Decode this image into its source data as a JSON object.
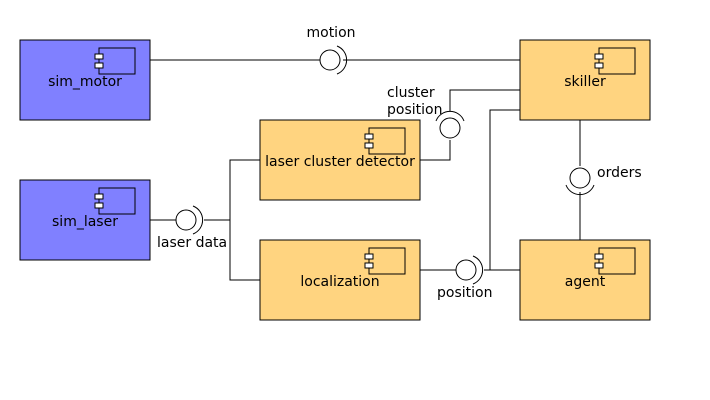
{
  "colors": {
    "simulator": "#8080ff",
    "module": "#ffd480",
    "line": "#000000",
    "background": "#ffffff"
  },
  "components": {
    "sim_motor": {
      "label": "sim_motor",
      "kind": "simulator"
    },
    "sim_laser": {
      "label": "sim_laser",
      "kind": "simulator"
    },
    "laser_cluster_detector": {
      "label": "laser cluster detector",
      "kind": "module"
    },
    "localization": {
      "label": "localization",
      "kind": "module"
    },
    "skiller": {
      "label": "skiller",
      "kind": "module"
    },
    "agent": {
      "label": "agent",
      "kind": "module"
    }
  },
  "interfaces": {
    "motion": {
      "label": "motion"
    },
    "cluster_position": {
      "label_line1": "cluster",
      "label_line2": "position"
    },
    "orders": {
      "label": "orders"
    },
    "laser_data": {
      "label": "laser data"
    },
    "position": {
      "label": "position"
    }
  },
  "component_icon": "component-icon"
}
